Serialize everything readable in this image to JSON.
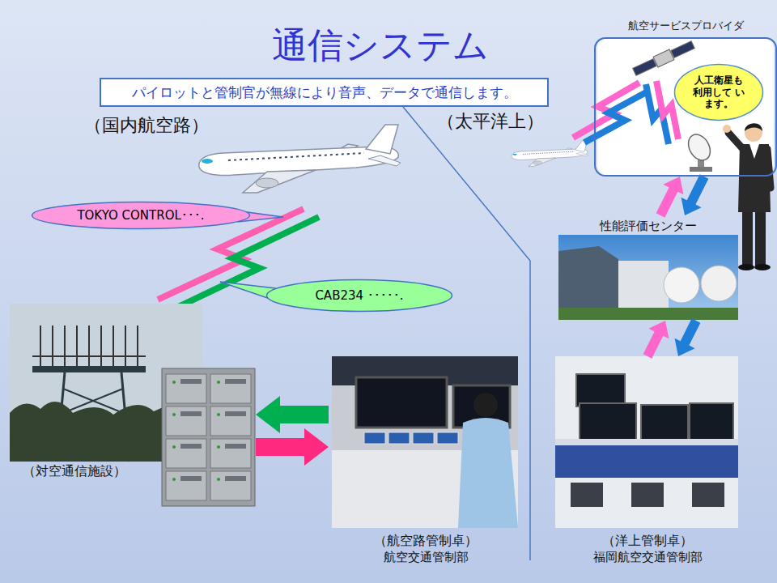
{
  "diagram": {
    "title": "通信システム",
    "nodes": [
      {
        "text": [
          "パイロットと管制官が無線により音声、データで通信します。"
        ]
      },
      {
        "text": [
          "航空サービスプロバイダ"
        ]
      },
      {
        "text": [
          "人工衛星も 利用して います。"
        ]
      },
      {
        "text": [
          "TOKYO CONTROL･･･."
        ]
      },
      {
        "text": [
          "性能評価センター"
        ]
      },
      {
        "text": [
          "CAB234 ･････."
        ]
      },
      {
        "text": [
          "（対空通信施設）"
        ]
      },
      {
        "text": [
          "（航空路管制卓）",
          "航空交通管制部"
        ]
      },
      {
        "text": [
          "（洋上管制卓）",
          "福岡航空交通管制部"
        ]
      }
    ],
    "edges": [
      {
        "from": 7,
        "to": 6,
        "arrow": "to"
      },
      {
        "from": 6,
        "to": 7,
        "arrow": "to"
      },
      {
        "from": 4,
        "to": 1,
        "arrow": "to"
      },
      {
        "from": 1,
        "to": 4,
        "arrow": "to"
      },
      {
        "from": 8,
        "to": 4,
        "arrow": "to"
      },
      {
        "from": 4,
        "to": 8,
        "arrow": "to"
      }
    ],
    "labels": [
      "（国内航空路）",
      "（太平洋上）"
    ]
  }
}
